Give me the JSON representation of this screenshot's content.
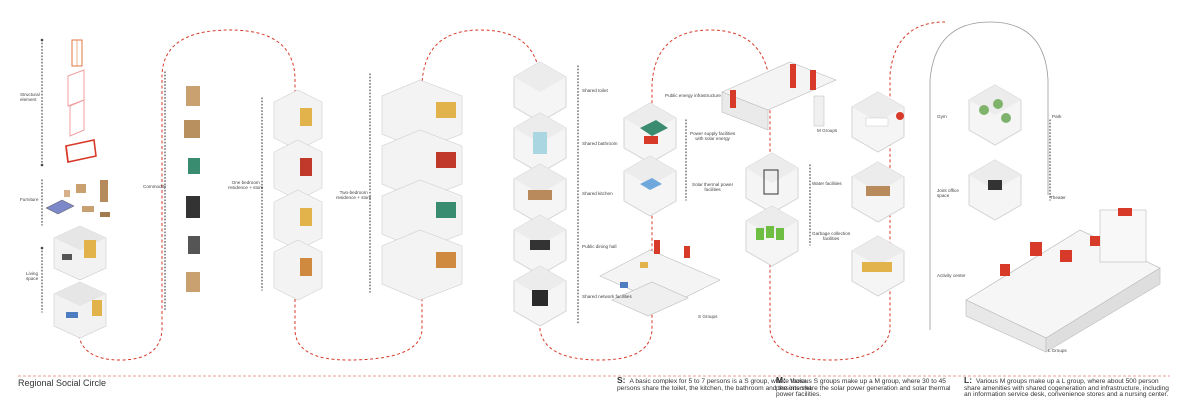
{
  "labels": {
    "structural_element": "Structural\nelement",
    "furniture": "Furniture",
    "living_space": "Living\nspace",
    "commodity": "Commodity",
    "one_bedroom": "One bedroom\nresidence + store",
    "two_bedroom": "Two-bedroom\nresidence + store",
    "shared_toilet": "Shared toilet",
    "shared_bathroom": "Shared bathroom",
    "shared_kitchen": "Shared kitchen",
    "public_dining": "Public dining hall",
    "shared_network": "Shared network facilities",
    "s_groups": "S Groups",
    "public_energy": "Public energy infrastructure",
    "power_supply": "Power supply facilities\nwith solar energy",
    "solar_thermal": "Solar thermal power\nfacilities",
    "m_groups": "M Groups",
    "water_facilities": "Water facilities",
    "garbage": "Garbage collection\nfacilities",
    "gym": "Gym",
    "park": "Park",
    "joint_office": "Joint office\nspace",
    "theater": "Theater",
    "activity_center": "Activity center",
    "l_groups": "L Groups"
  },
  "footer": {
    "title": "Regional Social Circle",
    "notes": [
      {
        "key": "S:",
        "text": "A basic complex for 5 to 7 persons is a S group, where those persons share the toilet, the kitchen, the bathroom and the internet"
      },
      {
        "key": "M:",
        "text": "Various S groups make up a M group, where 30 to 45 persons share the solar power generation and solar thermal power facilities."
      },
      {
        "key": "L:",
        "text": "Various M groups make up a L group, where about 500 person share amenities with shared cogeneration and infrastructure, including an information service desk, convenience stores and a nursing center."
      }
    ]
  },
  "colors": {
    "accent": "#d83a2a",
    "dot": "#555555",
    "hex_fill": "#f4f4f4",
    "hex_stroke": "#d6d6d6",
    "curve_grey": "#9a9a9a"
  }
}
